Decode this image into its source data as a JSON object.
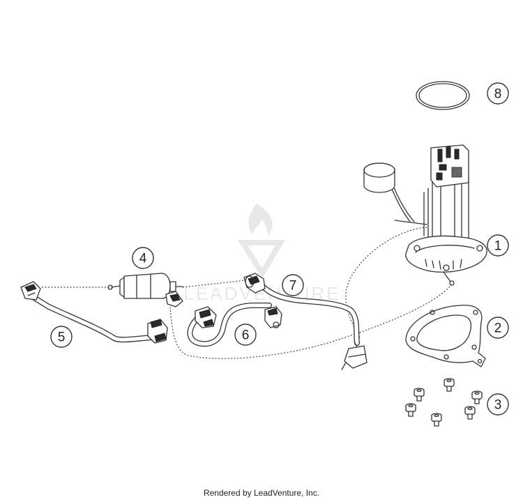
{
  "diagram": {
    "callouts": [
      {
        "id": "callout-1",
        "label": "1"
      },
      {
        "id": "callout-2",
        "label": "2"
      },
      {
        "id": "callout-3",
        "label": "3"
      },
      {
        "id": "callout-4",
        "label": "4"
      },
      {
        "id": "callout-5",
        "label": "5"
      },
      {
        "id": "callout-6",
        "label": "6"
      },
      {
        "id": "callout-7",
        "label": "7"
      },
      {
        "id": "callout-8",
        "label": "8"
      }
    ],
    "watermark": "LEADVENTURE"
  },
  "footer": {
    "text": "Rendered by LeadVenture, Inc."
  }
}
